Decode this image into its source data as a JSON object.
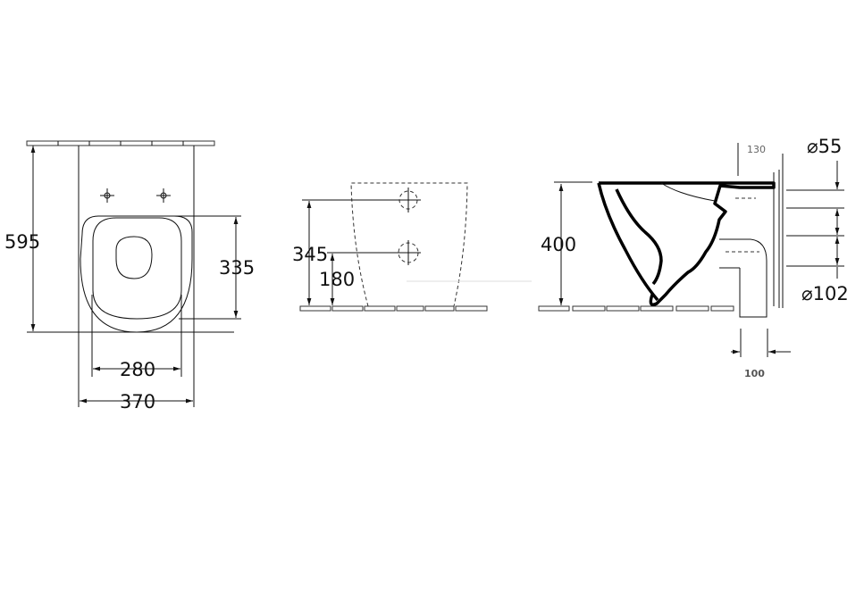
{
  "front_view": {
    "height_label": "595",
    "seat_height_label": "335",
    "inner_width_label": "280",
    "outer_width_label": "370"
  },
  "fixing_view": {
    "upper_hole_label": "345",
    "lower_hole_label": "180"
  },
  "side_view": {
    "rim_height_label": "400",
    "inlet_diameter_label": "⌀55",
    "outlet_diameter_label": "⌀102",
    "projection_label": "130",
    "outlet_width_label": "100"
  }
}
